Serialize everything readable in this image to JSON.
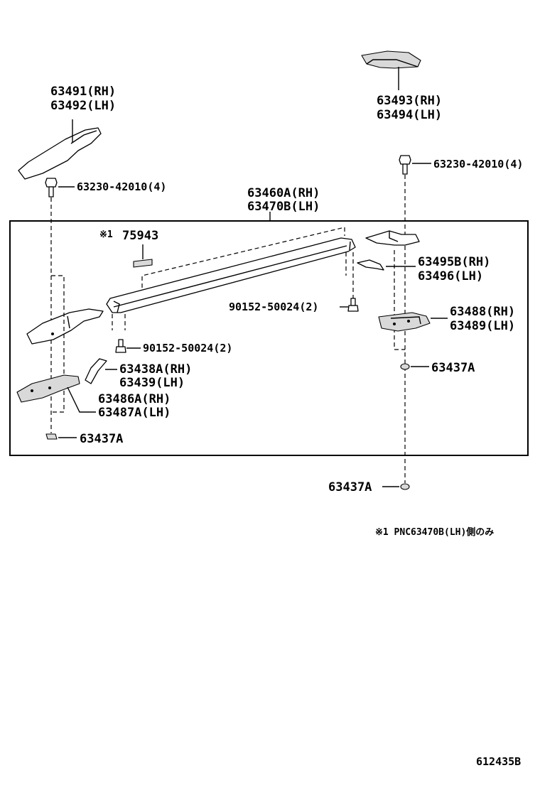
{
  "labels": {
    "rh_cover_top_left_1": "63491(RH)",
    "rh_cover_top_left_2": "63492(LH)",
    "rh_cover_top_right_1": "63493(RH)",
    "rh_cover_top_right_2": "63494(LH)",
    "bolt_left": "63230-42010(4)",
    "bolt_right": "63230-42010(4)",
    "rail_1": "63460A(RH)",
    "rail_2": "63470B(LH)",
    "note_marker": "※1",
    "label_part": "75943",
    "bracket_right_1": "63495B(RH)",
    "bracket_right_2": "63496(LH)",
    "screw_right": "90152-50024(2)",
    "base_right_1": "63488(RH)",
    "base_right_2": "63489(LH)",
    "screw_left": "90152-50024(2)",
    "nut_right_inner": "63437A",
    "bracket_left_1": "63438A(RH)",
    "bracket_left_2": "63439(LH)",
    "base_left_1": "63486A(RH)",
    "base_left_2": "63487A(LH)",
    "nut_left": "63437A",
    "nut_right_outer": "63437A",
    "footnote": "※1 PNC63470B(LH)側のみ",
    "figure_code": "612435B"
  }
}
